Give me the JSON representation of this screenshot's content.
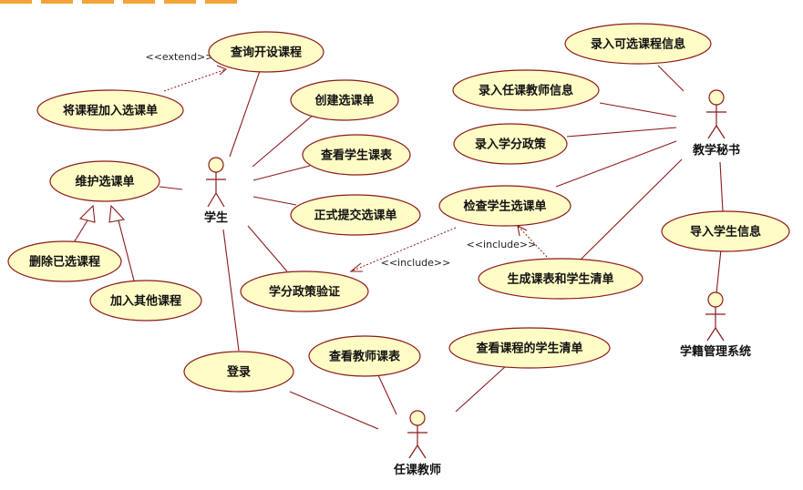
{
  "actors": {
    "student": "学生",
    "secretary": "教学秘书",
    "teacher": "任课教师",
    "registrar": "学籍管理系统"
  },
  "use_cases": {
    "query_courses": "查询开设课程",
    "add_to_list": "将课程加入选课单",
    "create_list": "创建选课单",
    "view_schedule": "查看学生课表",
    "submit_list": "正式提交选课单",
    "maintain_list": "维护选课单",
    "delete_selected": "删除已选课程",
    "add_other": "加入其他课程",
    "policy_check": "学分政策验证",
    "login": "登录",
    "enter_courses": "录入可选课程信息",
    "enter_teachers": "录入任课教师信息",
    "enter_policy": "录入学分政策",
    "check_list": "检查学生选课单",
    "generate": "生成课表和学生清单",
    "import_students": "导入学生信息",
    "teacher_schedule": "查看教师课表",
    "course_students": "查看课程的学生清单"
  },
  "stereotypes": {
    "extend": "<<extend>>",
    "include_policy": "<<include>>",
    "include_generate": "<<include>>"
  },
  "colors": {
    "usecase_fill": "#fffcc6",
    "line": "#8b1a1a",
    "top_accent": "#f2a33a"
  }
}
